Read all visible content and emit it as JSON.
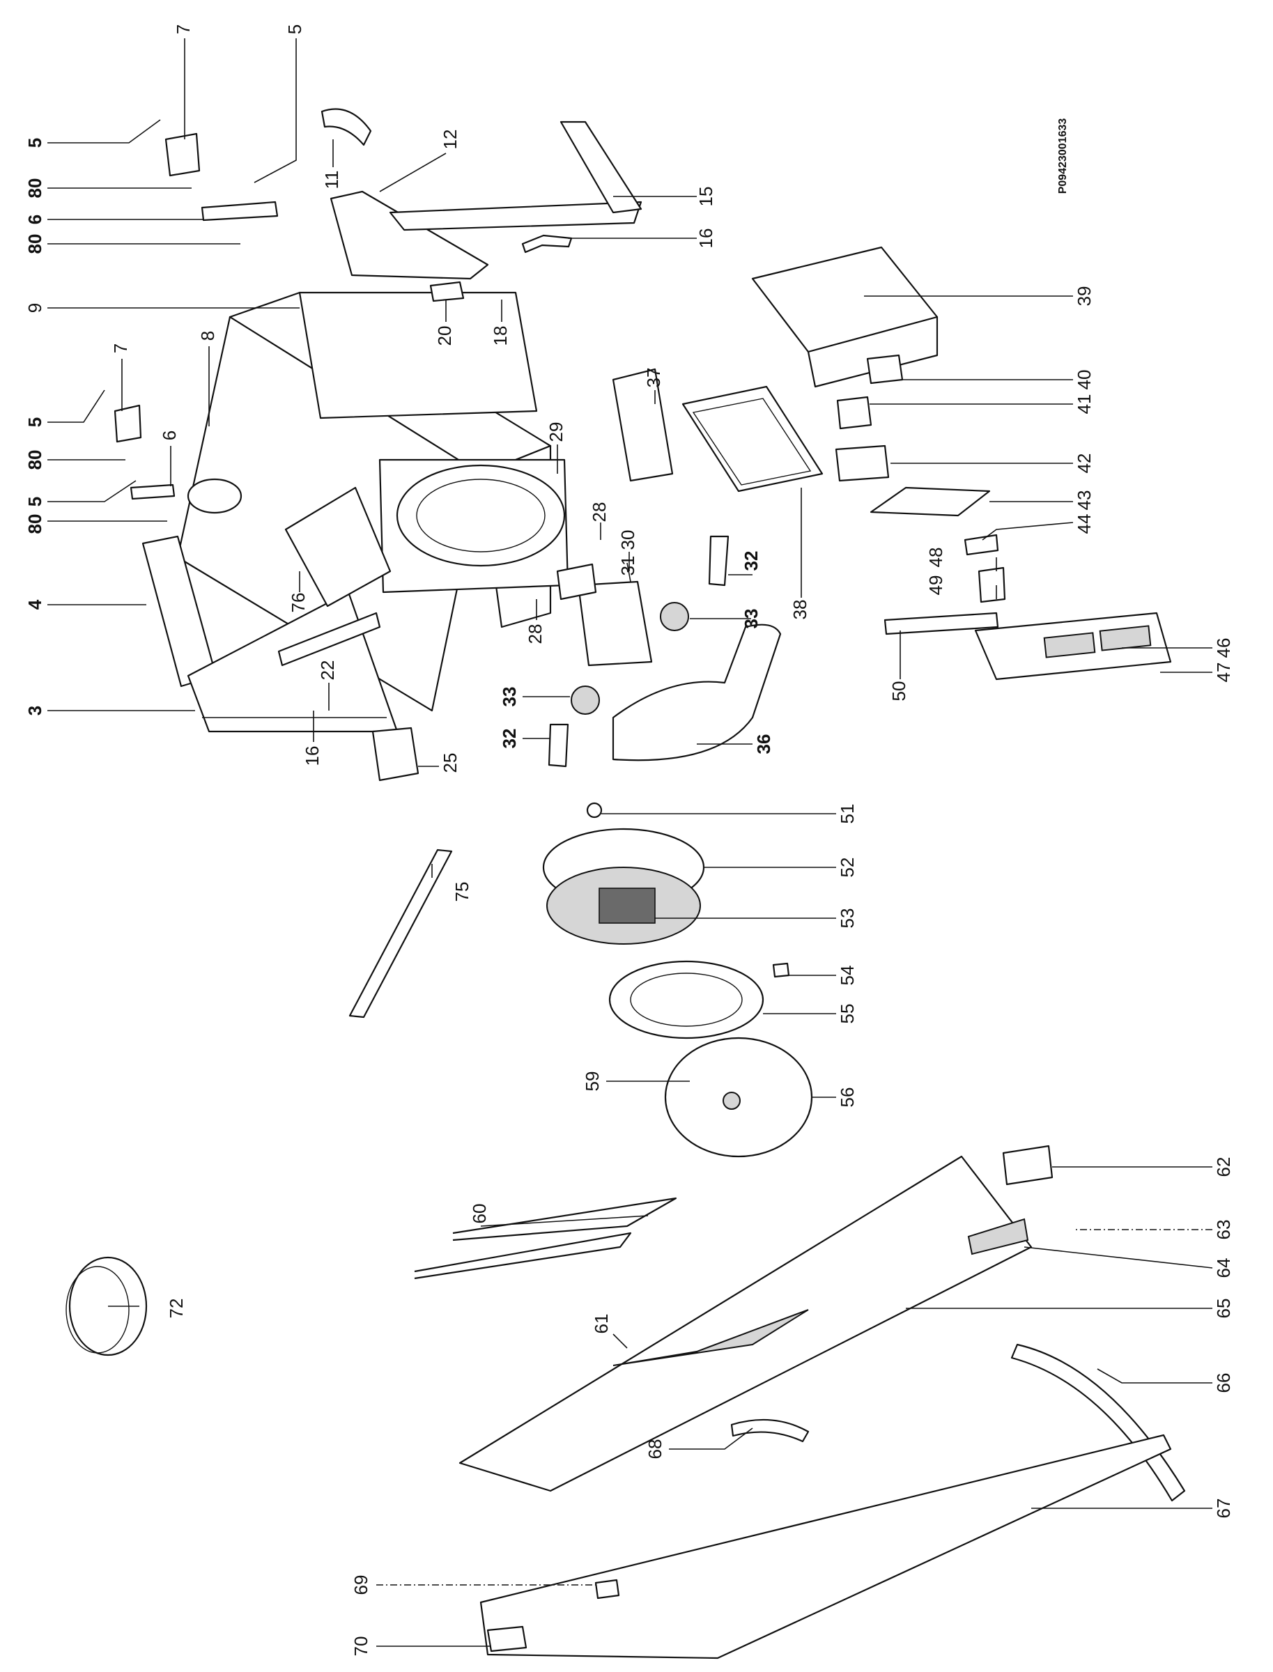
{
  "drawing": {
    "document_id": "P09423001633",
    "callouts": [
      {
        "text": "7",
        "bold": false
      },
      {
        "text": "5",
        "bold": false
      },
      {
        "text": "5",
        "bold": true
      },
      {
        "text": "80",
        "bold": true
      },
      {
        "text": "6",
        "bold": true
      },
      {
        "text": "80",
        "bold": true
      },
      {
        "text": "9",
        "bold": false
      },
      {
        "text": "11",
        "bold": false
      },
      {
        "text": "12",
        "bold": false
      },
      {
        "text": "15",
        "bold": false
      },
      {
        "text": "16",
        "bold": false
      },
      {
        "text": "20",
        "bold": false
      },
      {
        "text": "18",
        "bold": false
      },
      {
        "text": "39",
        "bold": false
      },
      {
        "text": "7",
        "bold": false
      },
      {
        "text": "8",
        "bold": false
      },
      {
        "text": "5",
        "bold": true
      },
      {
        "text": "80",
        "bold": true
      },
      {
        "text": "6",
        "bold": false
      },
      {
        "text": "5",
        "bold": true
      },
      {
        "text": "80",
        "bold": true
      },
      {
        "text": "37",
        "bold": false
      },
      {
        "text": "29",
        "bold": false
      },
      {
        "text": "40",
        "bold": false
      },
      {
        "text": "41",
        "bold": false
      },
      {
        "text": "42",
        "bold": false
      },
      {
        "text": "43",
        "bold": false
      },
      {
        "text": "44",
        "bold": false
      },
      {
        "text": "28",
        "bold": false
      },
      {
        "text": "30",
        "bold": false
      },
      {
        "text": "31",
        "bold": false
      },
      {
        "text": "32",
        "bold": true
      },
      {
        "text": "38",
        "bold": false
      },
      {
        "text": "48",
        "bold": false
      },
      {
        "text": "49",
        "bold": false
      },
      {
        "text": "4",
        "bold": true
      },
      {
        "text": "76",
        "bold": false
      },
      {
        "text": "33",
        "bold": true
      },
      {
        "text": "28",
        "bold": false
      },
      {
        "text": "22",
        "bold": false
      },
      {
        "text": "46",
        "bold": false
      },
      {
        "text": "47",
        "bold": false
      },
      {
        "text": "50",
        "bold": false
      },
      {
        "text": "3",
        "bold": true
      },
      {
        "text": "33",
        "bold": true
      },
      {
        "text": "16",
        "bold": false
      },
      {
        "text": "25",
        "bold": false
      },
      {
        "text": "32",
        "bold": true
      },
      {
        "text": "36",
        "bold": true
      },
      {
        "text": "51",
        "bold": false
      },
      {
        "text": "52",
        "bold": false
      },
      {
        "text": "75",
        "bold": false
      },
      {
        "text": "53",
        "bold": false
      },
      {
        "text": "54",
        "bold": false
      },
      {
        "text": "55",
        "bold": false
      },
      {
        "text": "59",
        "bold": false
      },
      {
        "text": "56",
        "bold": false
      },
      {
        "text": "62",
        "bold": false
      },
      {
        "text": "60",
        "bold": false
      },
      {
        "text": "63",
        "bold": false
      },
      {
        "text": "64",
        "bold": false
      },
      {
        "text": "72",
        "bold": false
      },
      {
        "text": "65",
        "bold": false
      },
      {
        "text": "61",
        "bold": false
      },
      {
        "text": "66",
        "bold": false
      },
      {
        "text": "68",
        "bold": false
      },
      {
        "text": "67",
        "bold": false
      },
      {
        "text": "69",
        "bold": false
      },
      {
        "text": "70",
        "bold": false
      }
    ]
  }
}
